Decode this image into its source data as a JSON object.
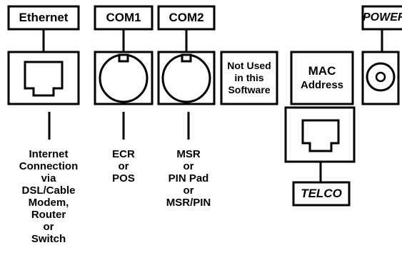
{
  "ports": {
    "ethernet": {
      "label": "Ethernet",
      "connection": [
        "Internet",
        "Connection",
        "via",
        "DSL/Cable",
        "Modem,",
        "Router",
        "or",
        "Switch"
      ]
    },
    "com1": {
      "label": "COM1",
      "connection": [
        "ECR",
        "or",
        "POS"
      ]
    },
    "com2": {
      "label": "COM2",
      "connection": [
        "MSR",
        "or",
        "PIN Pad",
        "or",
        "MSR/PIN"
      ]
    },
    "unused": {
      "lines": [
        "Not Used",
        "in this",
        "Software"
      ]
    },
    "mac": {
      "lines": [
        "MAC",
        "Address"
      ]
    },
    "power": {
      "label": "POWER"
    },
    "telco": {
      "label": "TELCO"
    }
  }
}
